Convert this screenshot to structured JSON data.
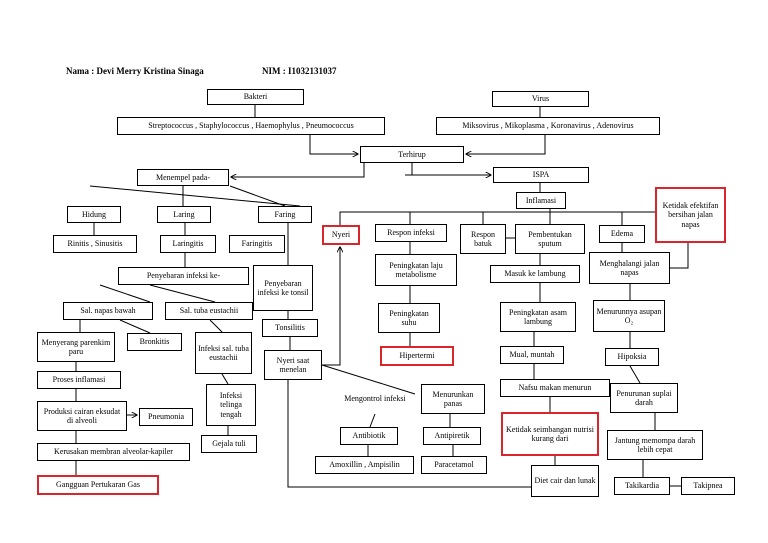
{
  "header": {
    "name": "Nama : Devi Merry Kristina Sinaga",
    "nim": "NIM : I1032131037"
  },
  "colors": {
    "line": "#000000",
    "highlight": "#d9262c",
    "background": "#ffffff"
  },
  "nodes": {
    "bakteri": "Bakteri",
    "bakteri_list": "Streptococcus , Staphylococcus , Haemophylus , Pneumococcus",
    "virus": "Virus",
    "virus_list": "Miksovirus , Mikoplasma , Koronavirus , Adenovirus",
    "terhirup": "Terhirup",
    "ispa": "ISPA",
    "menempel": "Menempel pada-",
    "hidung": "Hidung",
    "laring": "Laring",
    "faring": "Faring",
    "rinitis": "Rinitis , Sinusitis",
    "laringitis": "Laringitis",
    "faringitis": "Faringitis",
    "penyebaran_ke": "Penyebaran infeksi ke-",
    "penyebaran_tonsil": "Penyebaran infeksi ke tonsil",
    "tonsilitis": "Tonsilitis",
    "nyeri_menelan": "Nyeri saat menelan",
    "sal_napas_bawah": "Sal. napas bawah",
    "sal_tuba": "Sal. tuba eustachii",
    "menyerang": "Menyerang parenkim paru",
    "bronkitis": "Bronkitis",
    "infeksi_tuba": "Infeksi sal. tuba eustachii",
    "proses_inflamasi": "Proses inflamasi",
    "infeksi_telinga": "Infeksi telinga tengah",
    "produksi": "Produksi cairan eksudat di alveoli",
    "pneumonia": "Pneumonia",
    "gejala_tuli": "Gejala tuli",
    "kerusakan": "Kerusakan membran alveolar-kapiler",
    "gangguan": "Gangguan Pertukaran Gas",
    "nyeri": "Nyeri",
    "inflamasi": "Inflamasi",
    "respon_infeksi": "Respon infeksi",
    "respon_batuk": "Respon batuk",
    "pembentukan_sputum": "Pembentukan sputum",
    "edema": "Edema",
    "ketidak_efektifan": "Ketidak efektifan bersihan jalan napas",
    "metabolisme": "Peningkatan laju metabolisme",
    "suhu": "Peningkatan suhu",
    "hipertermi": "Hipertermi",
    "masuk_lambung": "Masuk ke lambung",
    "asam_lambung": "Peningkatan asam lambung",
    "mual": "Mual, muntah",
    "nafsu_makan": "Nafsu makan menurun",
    "ketidak_seimbangan": "Ketidak seimbangan nutrisi kurang dari",
    "diet": "Diet cair dan lunak",
    "menghalangi": "Menghalangi jalan napas",
    "asupan": "Menurunnya asupan O₂",
    "hipoksia": "Hipoksia",
    "suplai_darah": "Penurunan suplai darah",
    "jantung": "Jantung memompa darah lebih cepat",
    "takikardia": "Takikardia",
    "takipnea": "Takipnea",
    "mengontrol": "Mengontrol infeksi",
    "antibiotik": "Antibiotik",
    "amoxillin": "Amoxillin , Ampisilin",
    "menurunkan_panas": "Menurunkan panas",
    "antipiretik": "Antipiretik",
    "paracetamol": "Paracetamol"
  }
}
